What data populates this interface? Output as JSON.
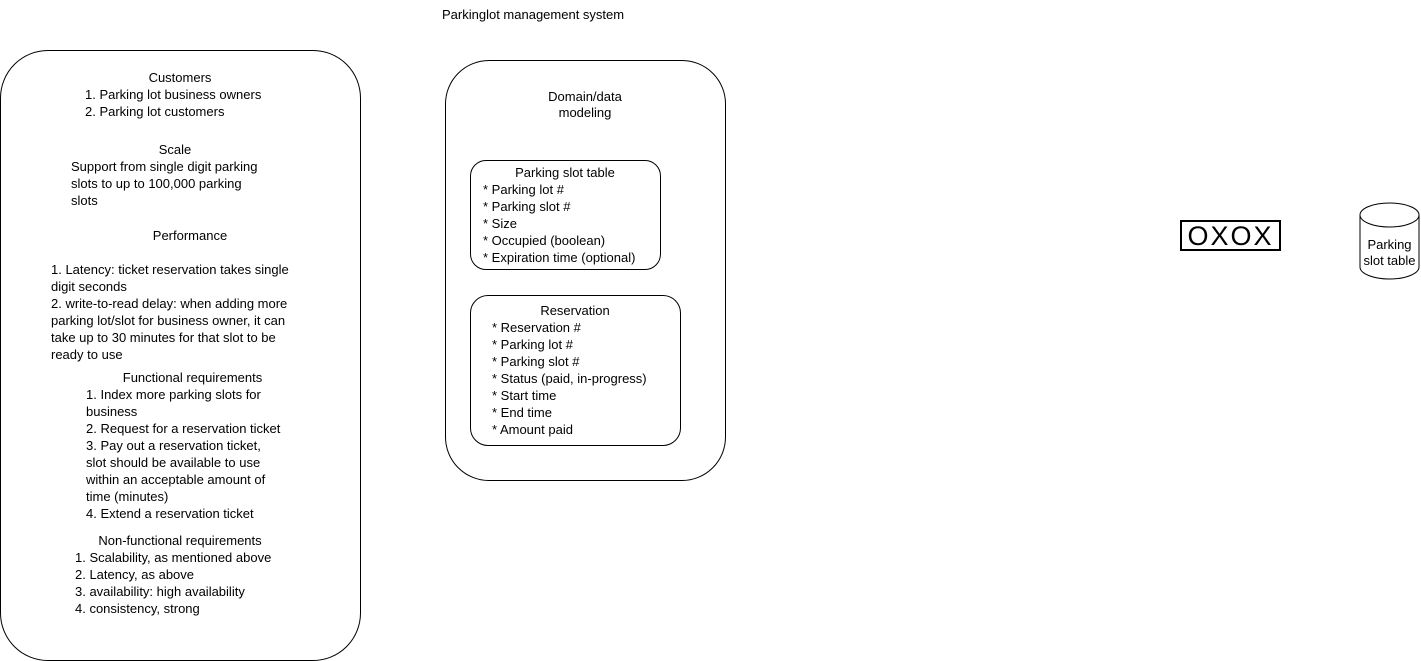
{
  "title": "Parkinglot management system",
  "requirements": {
    "customers": {
      "heading": "Customers",
      "items": [
        "1. Parking lot business owners",
        "2. Parking lot customers"
      ]
    },
    "scale": {
      "heading": "Scale",
      "lines": [
        "Support from single digit parking",
        "slots to up to 100,000 parking",
        "slots"
      ]
    },
    "performance": {
      "heading": "Performance",
      "lines": [
        "1. Latency: ticket reservation takes single",
        "digit seconds",
        "2. write-to-read delay: when adding more",
        "parking lot/slot for business owner, it can",
        "take up to 30 minutes for that slot to be",
        "ready to use"
      ]
    },
    "functional": {
      "heading": "Functional requirements",
      "lines": [
        "1. Index more parking slots for",
        "business",
        "2. Request for a reservation ticket",
        "3. Pay out a reservation ticket,",
        "slot should be available to use",
        "within an acceptable amount of",
        "time (minutes)",
        "4. Extend a reservation ticket"
      ]
    },
    "non_functional": {
      "heading": "Non-functional requirements",
      "lines": [
        "1. Scalability, as mentioned above",
        "2. Latency, as above",
        "3. availability: high availability",
        "4. consistency, strong"
      ]
    }
  },
  "domain": {
    "heading_line1": "Domain/data",
    "heading_line2": "modeling",
    "parking_slot_table": {
      "title": "Parking slot table",
      "fields": [
        "* Parking lot #",
        "* Parking slot #",
        "* Size",
        "* Occupied (boolean)",
        "* Expiration time (optional)"
      ]
    },
    "reservation": {
      "title": "Reservation",
      "fields": [
        "* Reservation #",
        "* Parking lot #",
        "* Parking slot #",
        "* Status (paid, in-progress)",
        "* Start time",
        "* End time",
        "* Amount paid"
      ]
    }
  },
  "oxox_label": "OXOX",
  "database": {
    "line1": "Parking",
    "line2": "slot table"
  }
}
